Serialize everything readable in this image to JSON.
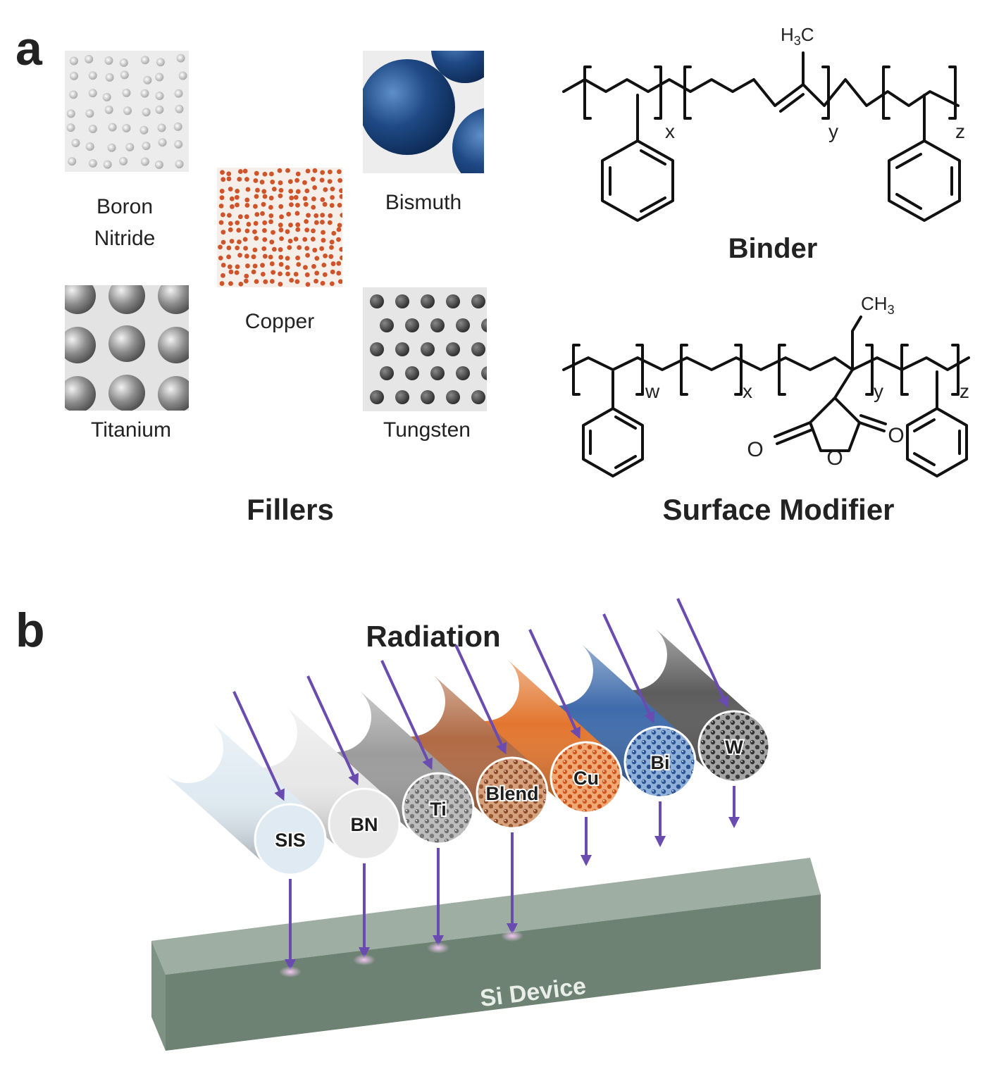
{
  "panel_a": {
    "letter": "a",
    "fillers": {
      "title": "Fillers",
      "boron_nitride": [
        "Boron",
        "Nitride"
      ],
      "copper": "Copper",
      "bismuth": "Bismuth",
      "titanium": "Titanium",
      "tungsten": "Tungsten"
    },
    "binder": {
      "title": "Binder",
      "methyl": "H",
      "methyl_sub": "3",
      "methyl_tail": "C",
      "sub_x": "x",
      "sub_y": "y",
      "sub_z": "z"
    },
    "surface_modifier": {
      "title": "Surface Modifier",
      "methyl": "CH",
      "methyl_sub": "3",
      "sub_w": "w",
      "sub_x": "x",
      "sub_y": "y",
      "sub_z": "z",
      "oxygen_left": "O",
      "oxygen_ring": "O",
      "oxygen_right": "O"
    }
  },
  "panel_b": {
    "letter": "b",
    "title": "Radiation",
    "device": "Si Device",
    "cylinders": [
      {
        "label": "SIS",
        "color": "#dfeaf2"
      },
      {
        "label": "BN",
        "color": "#e8e8e8"
      },
      {
        "label": "Ti",
        "color": "#9c9c9c"
      },
      {
        "label": "Blend",
        "color": "#b06a44"
      },
      {
        "label": "Cu",
        "color": "#e2762f"
      },
      {
        "label": "Bi",
        "color": "#3e6bab"
      },
      {
        "label": "W",
        "color": "#5c5c5c"
      }
    ],
    "colors": {
      "arrow": "#6a4bb0",
      "device_top": "#9bab9f",
      "device_front": "#6f8475"
    }
  }
}
